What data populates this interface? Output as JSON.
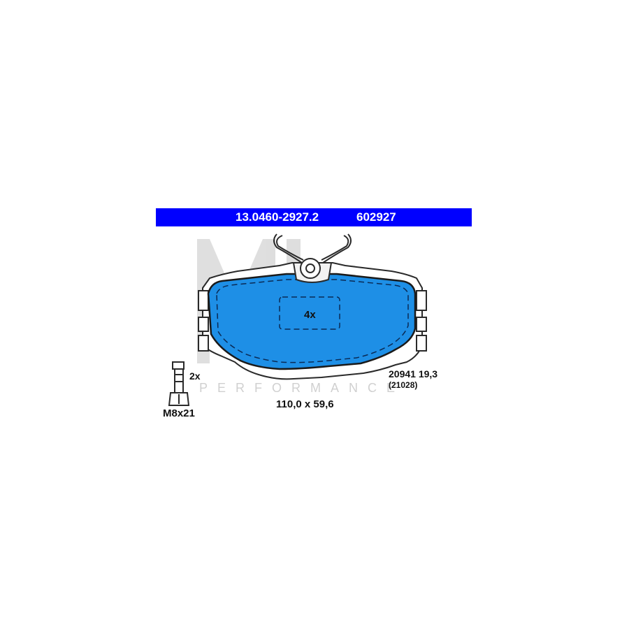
{
  "header": {
    "part_number": "13.0460-2927.2",
    "reference_number": "602927",
    "background_color": "#0000ff",
    "text_color": "#ffffff"
  },
  "pad": {
    "quantity_label": "4x",
    "dimensions": "110,0 x 59,6",
    "wva_thickness": "20941 19,3",
    "alt_wva": "(21028)",
    "fill_color": "#1e8fe6",
    "outline_color": "#2a2a2a"
  },
  "bolt": {
    "quantity_label": "2x",
    "size_label": "M8x21"
  },
  "watermark": {
    "logo_text": "ML",
    "tagline": "PERFORMANCE",
    "color": "#d9d9d9"
  }
}
